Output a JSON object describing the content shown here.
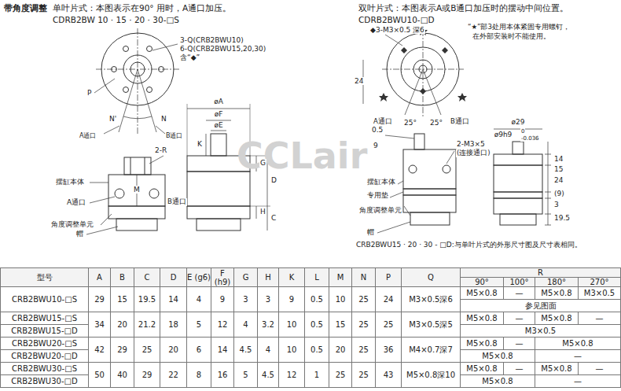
{
  "diagram": {
    "labels": [
      "带角度调整",
      "单叶片式：本图表示在90° 用时，A通口加压。",
      "CDRB2BW 10 · 15 · 20 · 30-□S",
      "3-Q(CRB2BWU10)",
      "6-Q(CRB2BWU15,20,30)",
      "含“◆”",
      "P",
      "N'",
      "N",
      "A通口",
      "B通口",
      "øA",
      "øF",
      "øE",
      "K",
      "G",
      "D",
      "2-R",
      "M",
      "摆缸本体",
      "A通口",
      "B通口",
      "角度调整单元",
      "帽",
      "H",
      "C",
      "双叶片式：本图表示A或B通口加压时的摆动中间位置。",
      "CDRB2BWU10-□D",
      "◆3-M3×0.5 深6",
      "“★”部3处用本体紧固专用螺钉，",
      "在外部安装时不能使用。",
      "24",
      "25°",
      "25°",
      "A通口",
      "B通口",
      "0.5",
      "9",
      "2-M3×5",
      "(连接通口)",
      "ø29",
      "ø9h9",
      "0",
      "-0.036",
      "14",
      "15",
      "24",
      "(9)",
      "3",
      "19.5",
      "摆缸本体",
      "专用垫",
      "角度调整单元",
      "帽",
      "CRB2BWU15 · 20 · 30 - □D:与单叶片式的外形尺寸图及尺寸表相同。",
      "CCLair",
      "型号",
      "A",
      "B",
      "C",
      "D",
      "E (g6)",
      "F (h9)",
      "G",
      "H",
      "K",
      "L",
      "M",
      "N",
      "P",
      "Q",
      "R",
      "90°",
      "100°",
      "180°",
      "270°",
      "CRB2BWU10-□S",
      "29",
      "15",
      "19.5",
      "14",
      "4",
      "9",
      "3",
      "3",
      "9",
      "0.5",
      "10",
      "25",
      "24",
      "M3×0.5深6",
      "M5×0.8",
      "—",
      "M5×0.8",
      "M3×0.5",
      "参见图面",
      "CRB2BWU15-□S",
      "CRB2BWU15-□D",
      "34",
      "20",
      "21.2",
      "18",
      "5",
      "12",
      "4",
      "3.2",
      "10",
      "0.5",
      "15",
      "25",
      "25",
      "M3×0.5深5",
      "M5×0.8",
      "—",
      "M5×0.8",
      "—",
      "M3×0.5",
      "CRB2BWU20-□S",
      "CRB2BWU20-□D",
      "42",
      "29",
      "25",
      "20",
      "6",
      "14",
      "4.5",
      "4",
      "10",
      "0.5",
      "20",
      "25",
      "36",
      "M4×0.7深7",
      "M5×0.8",
      "—",
      "M5×0.8",
      "M5×0.8",
      "—",
      "CRB2BWU30-□S",
      "CRB2BWU30-□D",
      "50",
      "40",
      "29",
      "22",
      "8",
      "16",
      "5",
      "4.5",
      "12",
      "1",
      "25",
      "25",
      "43",
      "M5×0.8深10",
      "M5×0.8",
      "—",
      "M5×0.8",
      "—",
      "M5×0.8",
      "—"
    ]
  }
}
